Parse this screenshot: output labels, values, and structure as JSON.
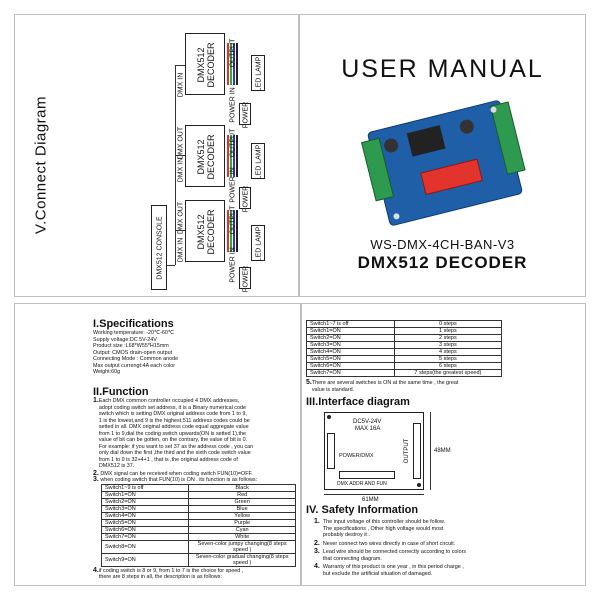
{
  "connect": {
    "title": "V.Connect Diagram",
    "console": "DMX512 CONSOLE",
    "decoder": "DMX512\nDECODER",
    "dmx_in": "DMX IN",
    "dmx_out": "DMX OUT",
    "power_in": "POWER IN",
    "output": "OUTPUT",
    "led_lamp": "LED LAMP",
    "power": "POWER"
  },
  "cover": {
    "title": "USER MANUAL",
    "model": "WS-DMX-4CH-BAN-V3",
    "product": "DMX512 DECODER"
  },
  "spec": {
    "heading": "I.Specifications",
    "lines": [
      "Working temperature: -20℃-60℃",
      "Supply voltage:DC 5V-24V",
      "Product size :L68*W55*H15mm",
      "Output: CMOS drain-open output",
      "Connecting Mode : Common anode",
      "Max output currengt:4A  each color",
      "Weight:60g"
    ]
  },
  "function": {
    "heading": "II.Function",
    "p1_num": "1.",
    "p1": [
      "Each DMX common controller occupied 4 DMX addresses,",
      "adopt coding switch set address, it is a Binary numerical code",
      "switch which is setting DMX original address code from 1 to 9,",
      "1 is the lowest,and 9 is the highest,511 address codes  could be",
      "setted  in all. DMX original address code equal aggregate value",
      "from 1 to 9,dial the coding switch upwards(ON is setted 1),the",
      "value of bit can be  gotten, on the contrary, the value of bit is 0.",
      "For example: if you want to set 37 as the address code , you can",
      "only dial down the first ,the third and the  sixth code switch value",
      "from 1 to 9 is 32+4+1  , that is ,the original address  code of",
      "DMX512 is 37."
    ],
    "p2_num": "2.",
    "p2": "DMX signal can be received when coding switch FUN(10)=OFF.",
    "p3_num": "3.",
    "p3": "when coding switch that FUN(10) is ON . its function is as follows:",
    "table1": [
      [
        "Switch1~9 is off",
        "Black"
      ],
      [
        "Switch1=ON",
        "Red"
      ],
      [
        "Switch2=ON",
        "Green"
      ],
      [
        "Switch3=ON",
        "Blue"
      ],
      [
        "Switch4=ON",
        "Yellow"
      ],
      [
        "Switch5=ON",
        "Purple"
      ],
      [
        "Switch6=ON",
        "Cyan"
      ],
      [
        "Switch7=ON",
        "White"
      ],
      [
        "Switch8=ON",
        "Seven-color jumpy changing(8 steps speed )"
      ],
      [
        "Switch9=ON",
        "Seven-color gradual changing(8 steps speed )"
      ]
    ],
    "p4_num": "4.",
    "p4": [
      "if coding switch is 8 or 9,  from 1 to 7 is the choice for speed ,",
      "there are 8 steps in all, the description is as follows:"
    ]
  },
  "speed": {
    "table2": [
      [
        "Switch1~7 is off",
        "0 steps"
      ],
      [
        "Switch1=ON",
        "1 steps"
      ],
      [
        "Switch2=ON",
        "2 steps"
      ],
      [
        "Switch3=ON",
        "3 steps"
      ],
      [
        "Switch4=ON",
        "4 steps"
      ],
      [
        "Switch5=ON",
        "5 steps"
      ],
      [
        "Switch6=ON",
        "6 steps"
      ],
      [
        "Switch7=ON",
        "7 steps(the greatest speed)"
      ]
    ],
    "p5_num": "5.",
    "p5": [
      "There are several switches is ON at the same time , the great",
      "value is standard."
    ]
  },
  "interface": {
    "heading": "III.Interface diagram",
    "voltage": "DC5V-24V",
    "current": "MAX 16A",
    "power_dmx": "POWER/DMX",
    "output": "OUTPUT",
    "switch_label": "DMX ADDR AND FUN",
    "width": "61MM",
    "height": "48MM"
  },
  "safety": {
    "heading": "IV. Safety Information",
    "items": [
      {
        "num": "1.",
        "text": [
          "The input voltage of this controller should be follow.",
          "The specifications , Other high voltage would most",
          "probably destroy it ."
        ]
      },
      {
        "num": "2.",
        "text": [
          "Never connect two wires directly in case of short circuit."
        ]
      },
      {
        "num": "3.",
        "text": [
          "Lead wire should be connected correctly according to colors",
          "that connecting diagram."
        ]
      },
      {
        "num": "4.",
        "text": [
          "Warranty of this product is one year , in this period charge ,",
          "but exclude the artificial situation of damaged."
        ]
      }
    ]
  },
  "colors": {
    "pcb": "#1f5fa8",
    "terminal": "#2e9a4f",
    "dip": "#e2332c",
    "wire_red": "#d33",
    "wire_green": "#3a3",
    "wire_blue": "#33c",
    "wire_black": "#222"
  }
}
